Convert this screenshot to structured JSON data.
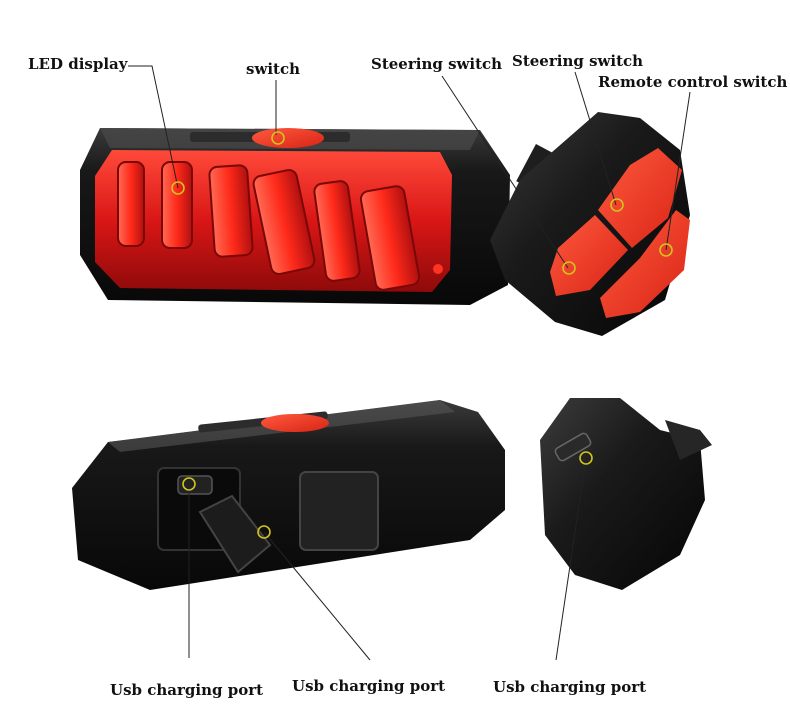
{
  "labels": {
    "led_display": "LED display",
    "switch": "switch",
    "steering_switch_1": "Steering switch",
    "steering_switch_2": "Steering switch",
    "remote_control_switch": "Remote control switch",
    "usb_port_1": "Usb charging port",
    "usb_port_2": "Usb charging port",
    "usb_port_3": "Usb charging port"
  },
  "colors": {
    "body_black": "#141414",
    "lens_red": "#e01818",
    "button_red": "#ee3322",
    "marker_yellow": "#d4c21c",
    "leader_line": "#222222"
  }
}
